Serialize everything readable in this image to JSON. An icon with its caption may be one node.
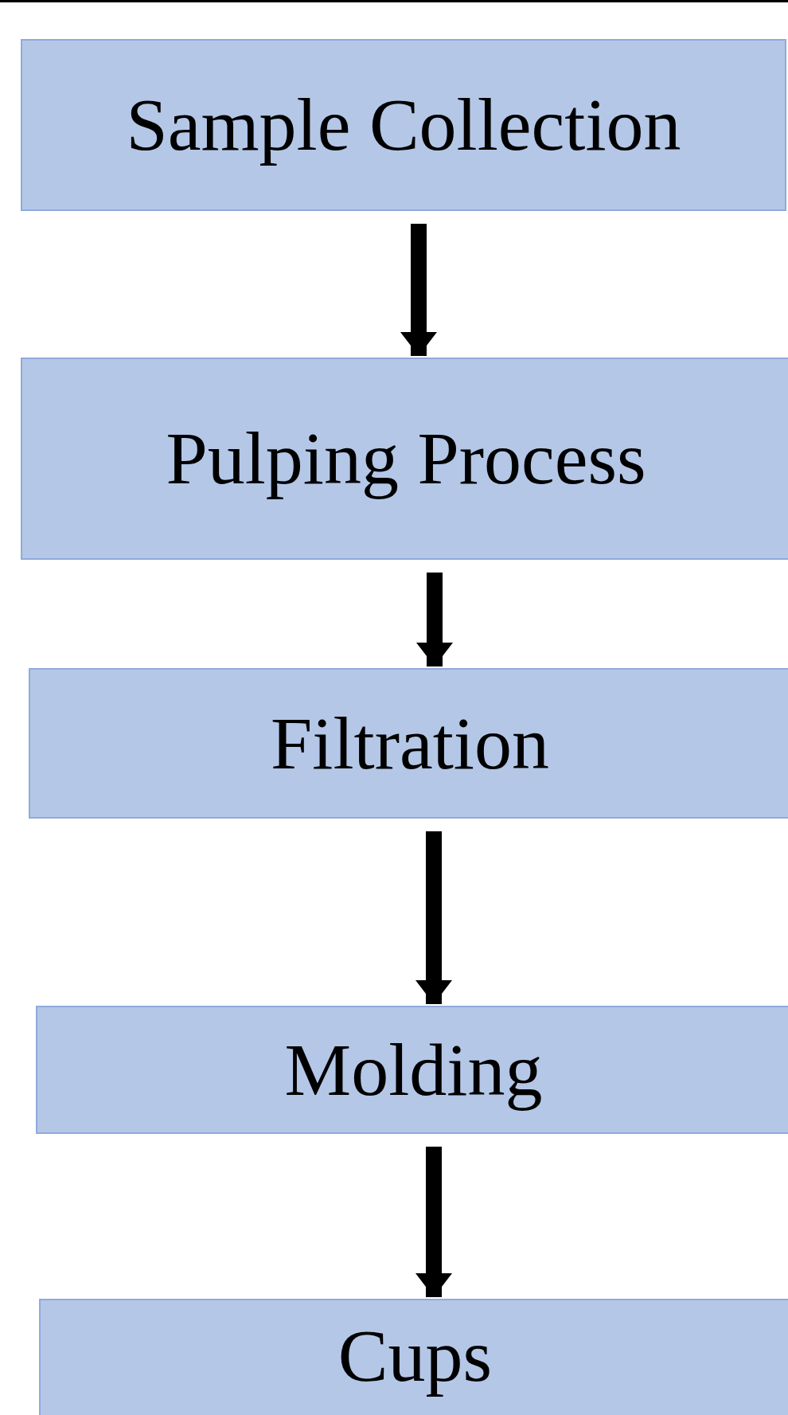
{
  "diagram": {
    "nodes": [
      {
        "text": [
          "Sample Collection"
        ]
      },
      {
        "text": [
          "Pulping Process"
        ]
      },
      {
        "text": [
          "Filtration"
        ]
      },
      {
        "text": [
          "Molding"
        ]
      },
      {
        "text": [
          "Cups"
        ]
      }
    ],
    "edges": [
      {
        "from": 0,
        "to": 1,
        "arrow": "to"
      },
      {
        "from": 1,
        "to": 2,
        "arrow": "to"
      },
      {
        "from": 2,
        "to": 3,
        "arrow": "to"
      },
      {
        "from": 3,
        "to": 4,
        "arrow": "to"
      }
    ]
  }
}
